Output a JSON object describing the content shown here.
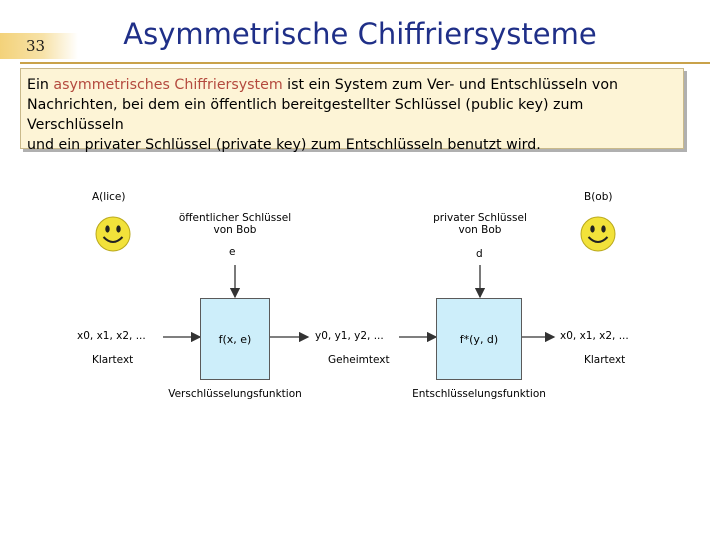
{
  "slide_number": "33",
  "title": "Asymmetrische Chiffriersysteme",
  "intro": {
    "prefix": "Ein ",
    "highlight": "asymmetrisches Chiffriersystem",
    "rest_line1": " ist ein System zum Ver- und Entschlüsseln von",
    "line2": "Nachrichten, bei dem ein öffentlich bereitgestellter Schlüssel (public key) zum Verschlüsseln",
    "line3": "und ein privater Schlüssel (private key) zum Entschlüsseln benutzt wird."
  },
  "diagram": {
    "alice_label": "A(lice)",
    "bob_label": "B(ob)",
    "public_key_label_1": "öffentlicher Schlüssel",
    "public_key_label_2": "von Bob",
    "private_key_label_1": "privater Schlüssel",
    "private_key_label_2": "von Bob",
    "key_e": "e",
    "key_d": "d",
    "plaintext_in": "x0, x1, x2, ...",
    "plaintext_in_caption": "Klartext",
    "encrypt_function": "f(x, e)",
    "encrypt_caption": "Verschlüsselungsfunktion",
    "ciphertext": "y0, y1, y2, ...",
    "ciphertext_caption": "Geheimtext",
    "decrypt_function": "f*(y, d)",
    "decrypt_caption": "Entschlüsselungsfunktion",
    "plaintext_out": "x0, x1, x2, ...",
    "plaintext_out_caption": "Klartext",
    "colors": {
      "title": "#1f2f88",
      "highlight": "#b44a3e",
      "box_fill": "#cdeefa",
      "intro_fill": "#fdf4d6",
      "smiley": "#f2e23a"
    }
  }
}
